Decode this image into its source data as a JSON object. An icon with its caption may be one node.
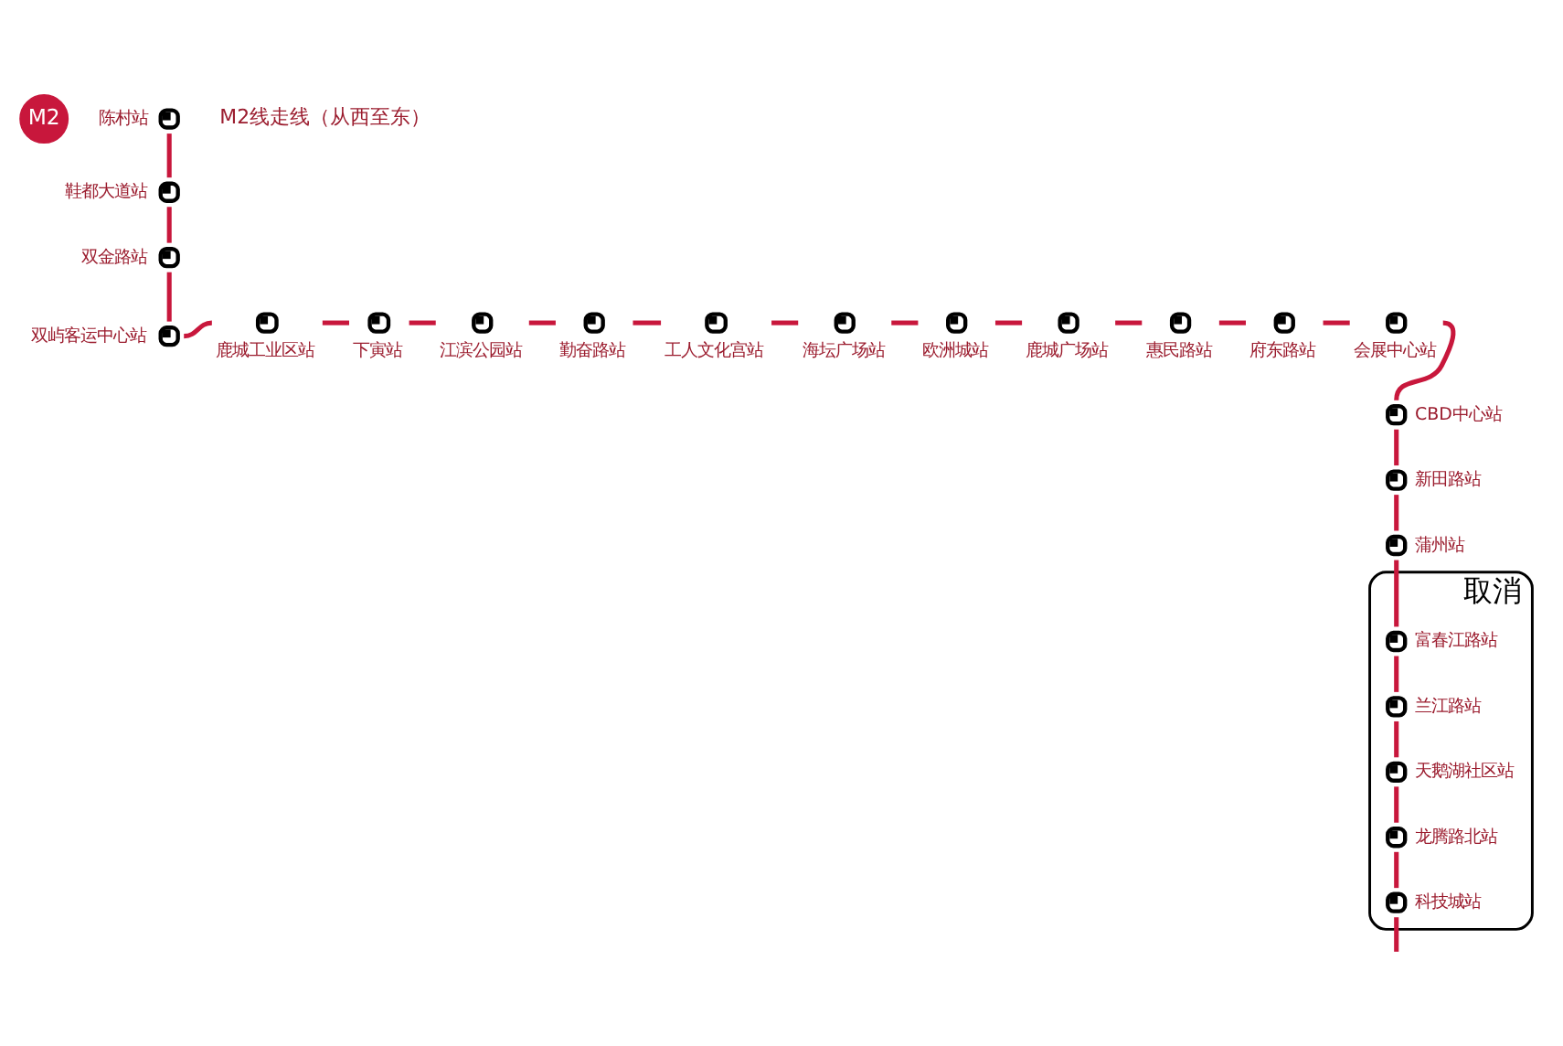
{
  "diagram": {
    "nodes": [
      {
        "text": [
          "M2"
        ]
      },
      {
        "text": [],
        "shape": "circle",
        "beside": [
          "陈村站"
        ]
      },
      {
        "text": [],
        "shape": "circle",
        "beside": [
          "鞋都大道站"
        ]
      },
      {
        "text": [],
        "shape": "circle",
        "beside": [
          "双金路站"
        ]
      },
      {
        "text": [],
        "shape": "circle",
        "beside": [
          "双屿客运中心站"
        ]
      },
      {
        "text": [],
        "shape": "circle",
        "beside": [
          "鹿城工业区站"
        ]
      },
      {
        "text": [],
        "shape": "circle",
        "beside": [
          "下寅站"
        ]
      },
      {
        "text": [],
        "shape": "circle",
        "beside": [
          "江滨公园站"
        ]
      },
      {
        "text": [],
        "shape": "circle",
        "beside": [
          "勤奋路站"
        ]
      },
      {
        "text": [],
        "shape": "circle",
        "beside": [
          "工人文化宫站"
        ]
      },
      {
        "text": [],
        "shape": "circle",
        "beside": [
          "海坛广场站"
        ]
      },
      {
        "text": [],
        "shape": "circle",
        "beside": [
          "欧洲城站"
        ]
      },
      {
        "text": [],
        "shape": "circle",
        "beside": [
          "鹿城广场站"
        ]
      },
      {
        "text": [],
        "shape": "circle",
        "beside": [
          "惠民路站"
        ]
      },
      {
        "text": [],
        "shape": "circle",
        "beside": [
          "府东路站"
        ]
      },
      {
        "text": [],
        "shape": "circle",
        "beside": [
          "会展中心站"
        ]
      },
      {
        "text": [],
        "shape": "circle",
        "beside": [
          "CBD中心站"
        ]
      },
      {
        "text": [],
        "shape": "circle",
        "beside": [
          "新田路站"
        ]
      },
      {
        "text": [],
        "shape": "circle",
        "beside": [
          "蒲州站"
        ]
      },
      {
        "text": [
          "取消"
        ]
      },
      {
        "text": [],
        "shape": "circle",
        "beside": [
          "富春江路站"
        ],
        "in": 19
      },
      {
        "text": [],
        "shape": "circle",
        "beside": [
          "兰江路站"
        ],
        "in": 19
      },
      {
        "text": [],
        "shape": "circle",
        "beside": [
          "天鹅湖社区站"
        ],
        "in": 19
      },
      {
        "text": [],
        "shape": "circle",
        "beside": [
          "龙腾路北站"
        ],
        "in": 19
      },
      {
        "text": [],
        "shape": "circle",
        "beside": [
          "科技城站"
        ],
        "in": 19
      }
    ],
    "edges": [
      {
        "from": 1,
        "to": 2,
        "arrow": "none"
      },
      {
        "from": 2,
        "to": 3,
        "arrow": "none"
      },
      {
        "from": 3,
        "to": 4,
        "arrow": "none"
      },
      {
        "from": 4,
        "to": 5,
        "arrow": "none"
      },
      {
        "from": 5,
        "to": 6,
        "arrow": "none"
      },
      {
        "from": 6,
        "to": 7,
        "arrow": "none"
      },
      {
        "from": 7,
        "to": 8,
        "arrow": "none"
      },
      {
        "from": 8,
        "to": 9,
        "arrow": "none"
      },
      {
        "from": 9,
        "to": 10,
        "arrow": "none"
      },
      {
        "from": 10,
        "to": 11,
        "arrow": "none"
      },
      {
        "from": 11,
        "to": 12,
        "arrow": "none"
      },
      {
        "from": 12,
        "to": 13,
        "arrow": "none"
      },
      {
        "from": 13,
        "to": 14,
        "arrow": "none"
      },
      {
        "from": 14,
        "to": 15,
        "arrow": "none"
      },
      {
        "from": 15,
        "to": 16,
        "arrow": "none"
      },
      {
        "from": 16,
        "to": 17,
        "arrow": "none"
      },
      {
        "from": 17,
        "to": 18,
        "arrow": "none"
      },
      {
        "from": 18,
        "to": 20,
        "arrow": "none"
      },
      {
        "from": 20,
        "to": 21,
        "arrow": "none"
      },
      {
        "from": 21,
        "to": 22,
        "arrow": "none"
      },
      {
        "from": 22,
        "to": 23,
        "arrow": "none"
      },
      {
        "from": 23,
        "to": 24,
        "arrow": "none"
      },
      {
        "from": 24,
        "to": null,
        "arrow": "none"
      }
    ],
    "labels": [
      "M2线走线（从西至东）"
    ]
  }
}
